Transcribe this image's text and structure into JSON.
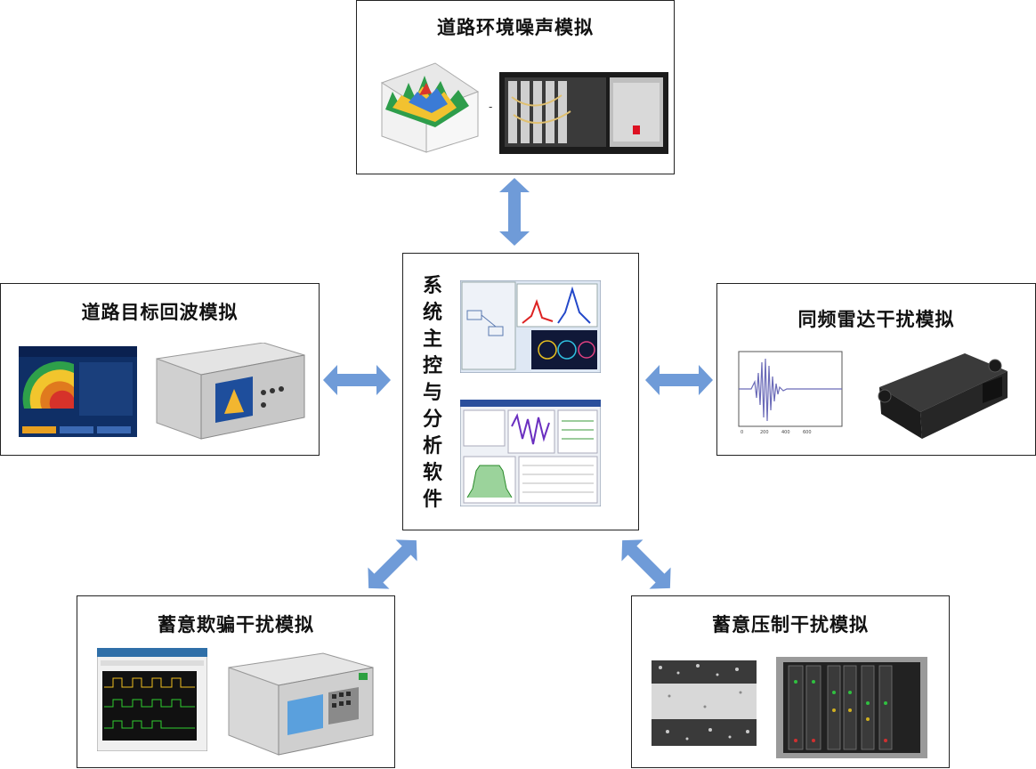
{
  "center": {
    "title_chars": [
      "系",
      "统",
      "主",
      "控",
      "与",
      "分",
      "析",
      "软",
      "件"
    ],
    "icons": [
      "software-spectrum-screenshot-icon",
      "software-analysis-screenshot-icon"
    ]
  },
  "top": {
    "title": "道路环境噪声模拟",
    "icons": [
      "3d-surface-plot-icon",
      "rack-chassis-icon"
    ],
    "separator": "-"
  },
  "left": {
    "title": "道路目标回波模拟",
    "icons": [
      "radar-simulator-ui-icon",
      "signal-generator-device-icon"
    ]
  },
  "right": {
    "title": "同频雷达干扰模拟",
    "icons": [
      "waveform-plot-icon",
      "radar-sensor-module-icon"
    ]
  },
  "bottom_left": {
    "title": "蓄意欺骗干扰模拟",
    "icons": [
      "oscilloscope-ui-icon",
      "instrument-chassis-icon"
    ]
  },
  "bottom_right": {
    "title": "蓄意压制干扰模拟",
    "icons": [
      "noise-texture-image-icon",
      "rack-boards-icon"
    ]
  },
  "colors": {
    "arrow": "#6f9bd8",
    "border": "#222222",
    "title": "#111111"
  }
}
